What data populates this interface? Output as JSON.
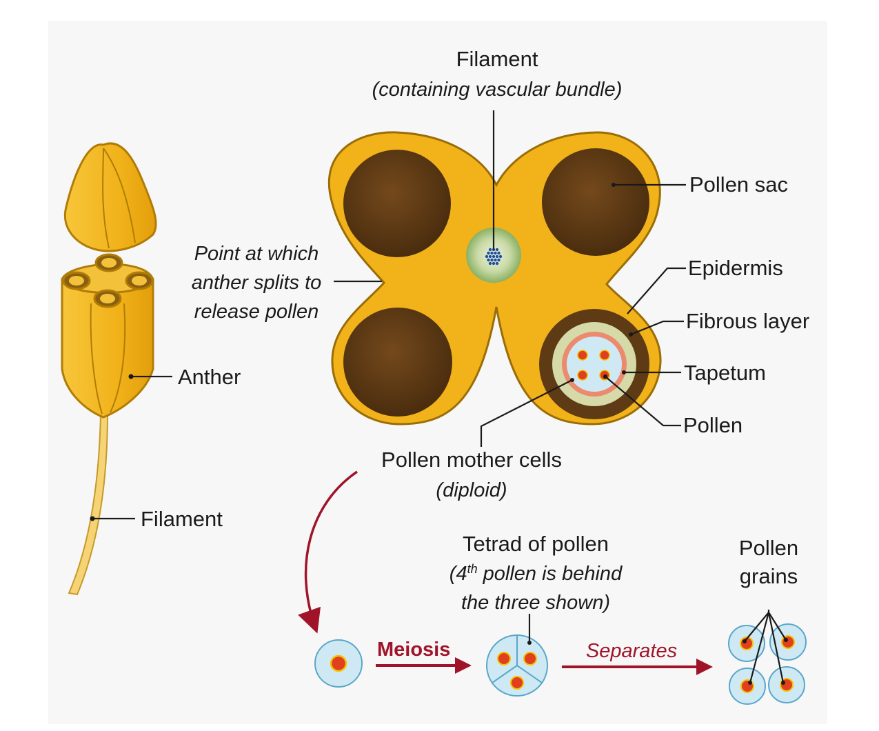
{
  "labels": {
    "filament_top": "Filament",
    "filament_top_sub": "(containing vascular bundle)",
    "pollen_sac": "Pollen sac",
    "epidermis": "Epidermis",
    "fibrous_layer": "Fibrous layer",
    "tapetum": "Tapetum",
    "pollen": "Pollen",
    "split_line1": "Point at which",
    "split_line2": "anther splits to",
    "split_line3": "release pollen",
    "anther": "Anther",
    "filament_left": "Filament",
    "mother_cells": "Pollen mother cells",
    "mother_cells_sub": "(diploid)",
    "tetrad_line1": "Tetrad of pollen",
    "tetrad_line2_pre": "(4",
    "tetrad_line2_sup": "th",
    "tetrad_line2_post": " pollen is behind",
    "tetrad_line3": "the three shown)",
    "grains_line1": "Pollen",
    "grains_line2": "grains",
    "meiosis": "Meiosis",
    "separates": "Separates"
  },
  "colors": {
    "anther_yellow": "#f2b51c",
    "anther_outline": "#b07c06",
    "pollen_sac_brown": "#5e3b14",
    "fibrous_layer": "#d6d9a8",
    "tapetum": "#ec8a6e",
    "cell_blue": "#cfe9f4",
    "nucleus_red": "#e0401e",
    "arrow_red": "#a0142a"
  }
}
